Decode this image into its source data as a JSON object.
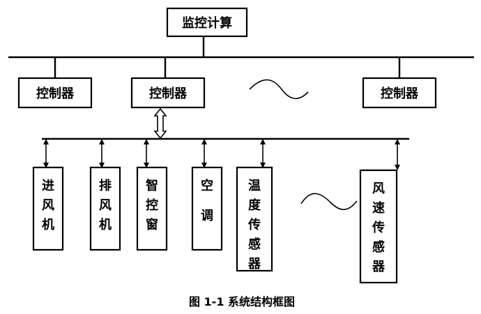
{
  "top": {
    "label": "监控计算"
  },
  "controllers": [
    {
      "label": "控制器"
    },
    {
      "label": "控制器"
    },
    {
      "label": "控制器"
    }
  ],
  "devices": [
    {
      "label": "进风机"
    },
    {
      "label": "排风机"
    },
    {
      "label": "智控窗"
    },
    {
      "label": "空调"
    },
    {
      "label": "温度传感器"
    },
    {
      "label": "风速传感器"
    }
  ],
  "caption": "图 1-1  系统结构框图"
}
